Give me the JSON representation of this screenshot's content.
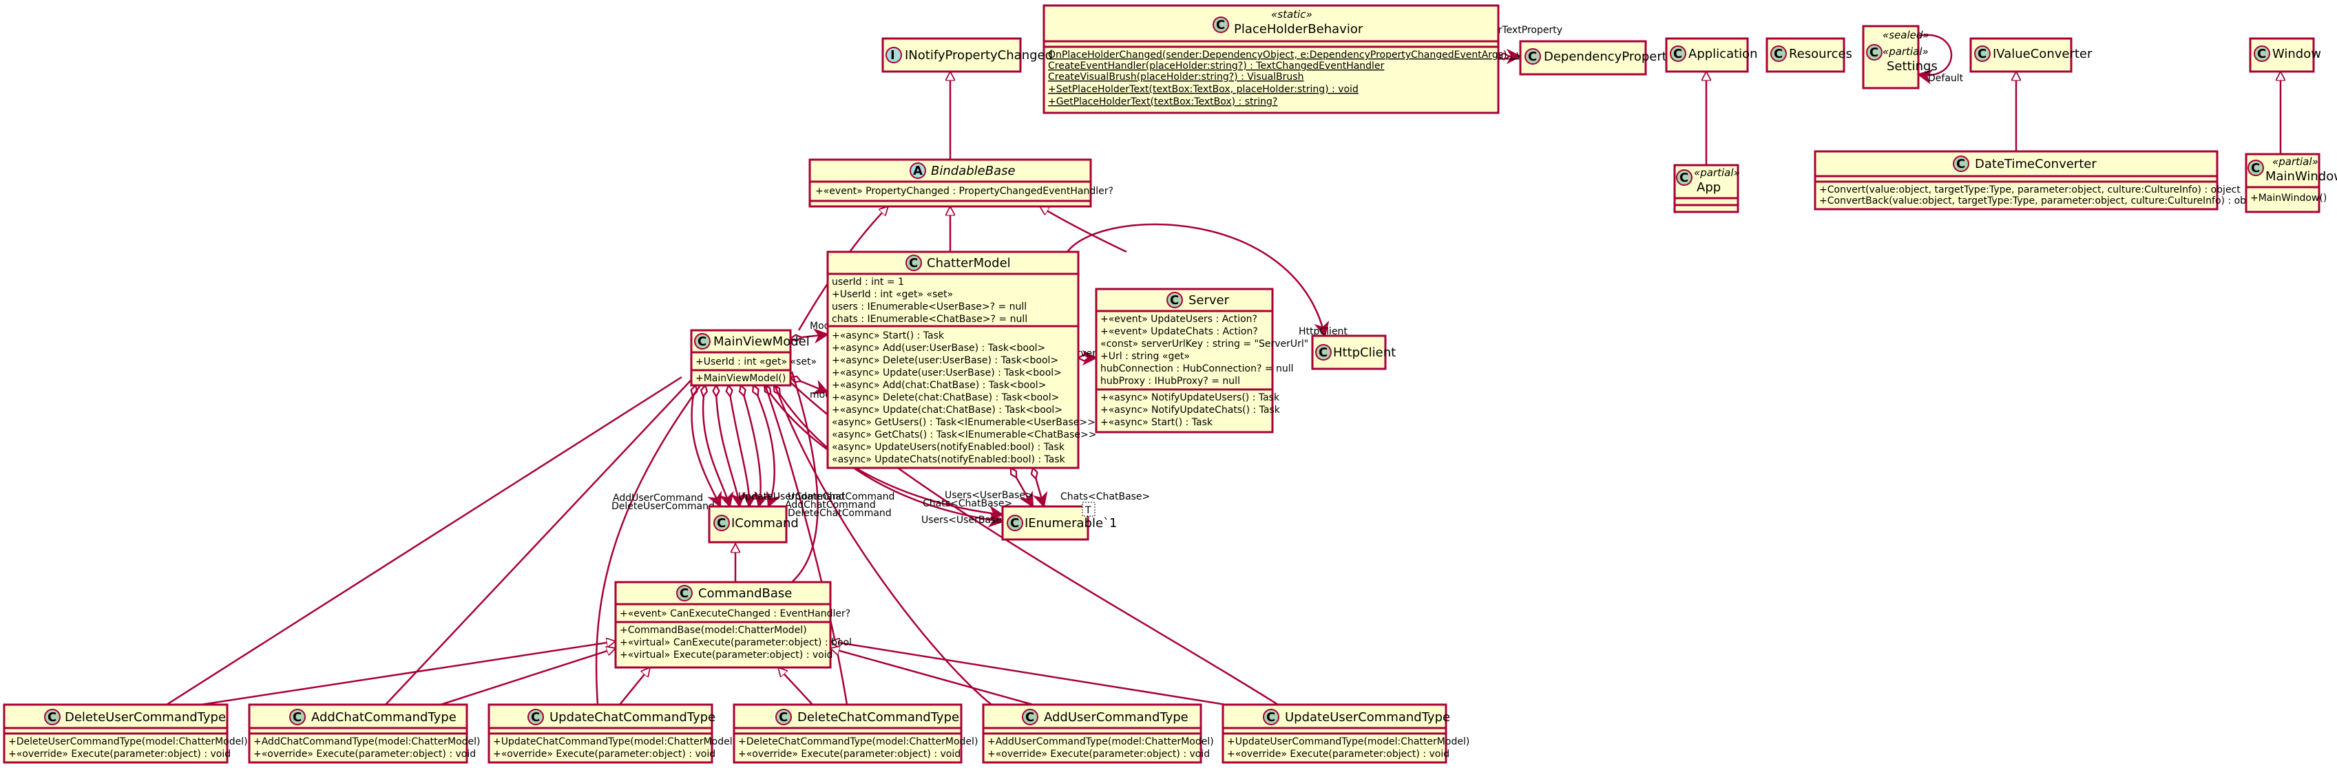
{
  "diagram": {
    "classes": {
      "placeholder": {
        "stereotype": "«static»",
        "name": "PlaceHolderBehavior",
        "methods": [
          "OnPlaceHolderChanged(sender:DependencyObject, e:DependencyPropertyChangedEventArgs) : void",
          "CreateEventHandler(placeHolder:string?) : TextChangedEventHandler",
          "CreateVisualBrush(placeHolder:string?) : VisualBrush",
          "+SetPlaceHolderText(textBox:TextBox, placeHolder:string) : void",
          "+GetPlaceHolderText(textBox:TextBox) : string?"
        ]
      },
      "dependency_property": {
        "name": "DependencyProperty"
      },
      "inotify": {
        "name": "INotifyPropertyChanged"
      },
      "bindable": {
        "name": "BindableBase",
        "members": [
          "+«event» PropertyChanged : PropertyChangedEventHandler?"
        ]
      },
      "application": {
        "name": "Application"
      },
      "resources": {
        "name": "Resources"
      },
      "settings": {
        "stereotype1": "«sealed»",
        "stereotype2": "«partial»",
        "name": "Settings"
      },
      "ivalueconverter": {
        "name": "IValueConverter"
      },
      "window": {
        "name": "Window"
      },
      "app": {
        "stereotype": "«partial»",
        "name": "App"
      },
      "datetimeconverter": {
        "name": "DateTimeConverter",
        "methods": [
          "+Convert(value:object, targetType:Type, parameter:object, culture:CultureInfo) : object",
          "+ConvertBack(value:object, targetType:Type, parameter:object, culture:CultureInfo) : object"
        ]
      },
      "mainwindow": {
        "stereotype": "«partial»",
        "name": "MainWindow",
        "methods": [
          "+MainWindow()"
        ]
      },
      "chattermodel": {
        "name": "ChatterModel",
        "fields": [
          "userId : int = 1",
          "+UserId : int «get» «set»",
          "users : IEnumerable<UserBase>? = null",
          "chats : IEnumerable<ChatBase>? = null"
        ],
        "methods": [
          "+«async» Start() : Task",
          "+«async» Add(user:UserBase) : Task<bool>",
          "+«async» Delete(user:UserBase) : Task<bool>",
          "+«async» Update(user:UserBase) : Task<bool>",
          "+«async» Add(chat:ChatBase) : Task<bool>",
          "+«async» Delete(chat:ChatBase) : Task<bool>",
          "+«async» Update(chat:ChatBase) : Task<bool>",
          "«async» GetUsers() : Task<IEnumerable<UserBase>>",
          "«async» GetChats() : Task<IEnumerable<ChatBase>>",
          "«async» UpdateUsers(notifyEnabled:bool) : Task",
          "«async» UpdateChats(notifyEnabled:bool) : Task"
        ]
      },
      "server": {
        "name": "Server",
        "fields": [
          "+«event» UpdateUsers : Action?",
          "+«event» UpdateChats : Action?",
          "«const» serverUrlKey : string = \"ServerUrl\"",
          "+Url : string «get»",
          "hubConnection : HubConnection? = null",
          "hubProxy : IHubProxy? = null"
        ],
        "methods": [
          "+«async» NotifyUpdateUsers() : Task",
          "+«async» NotifyUpdateChats() : Task",
          "+«async» Start() : Task"
        ]
      },
      "httpclient": {
        "name": "HttpClient"
      },
      "mainviewmodel": {
        "name": "MainViewModel",
        "fields": [
          "+UserId : int «get» «set»"
        ],
        "methods": [
          "+MainViewModel()"
        ]
      },
      "icommand": {
        "name": "ICommand"
      },
      "ienumerable": {
        "name": "IEnumerable`1",
        "param": "T"
      },
      "commandbase": {
        "name": "CommandBase",
        "fields": [
          "+«event» CanExecuteChanged : EventHandler?"
        ],
        "methods": [
          "+CommandBase(model:ChatterModel)",
          "+«virtual» CanExecute(parameter:object) : bool",
          "+«virtual» Execute(parameter:object) : void"
        ]
      },
      "deleteuser": {
        "name": "DeleteUserCommandType",
        "methods": [
          "+DeleteUserCommandType(model:ChatterModel)",
          "+«override» Execute(parameter:object) : void"
        ]
      },
      "addchat": {
        "name": "AddChatCommandType",
        "methods": [
          "+AddChatCommandType(model:ChatterModel)",
          "+«override» Execute(parameter:object) : void"
        ]
      },
      "updatechat": {
        "name": "UpdateChatCommandType",
        "methods": [
          "+UpdateChatCommandType(model:ChatterModel)",
          "+«override» Execute(parameter:object) : void"
        ]
      },
      "deletechat": {
        "name": "DeleteChatCommandType",
        "methods": [
          "+DeleteChatCommandType(model:ChatterModel)",
          "+«override» Execute(parameter:object) : void"
        ]
      },
      "adduser": {
        "name": "AddUserCommandType",
        "methods": [
          "+AddUserCommandType(model:ChatterModel)",
          "+«override» Execute(parameter:object) : void"
        ]
      },
      "updateuser": {
        "name": "UpdateUserCommandType",
        "methods": [
          "+UpdateUserCommandType(model:ChatterModel)",
          "+«override» Execute(parameter:object) : void"
        ]
      }
    },
    "edge_labels": {
      "placeholder_text_property": "PlaceHolderTextProperty",
      "default": "Default",
      "http_client": "HttpClient",
      "model": "Model",
      "model_lower": "model",
      "server": "Server",
      "add_user_command": "AddUserCommand",
      "delete_user_command": "DeleteUserCommand",
      "update_user_command": "UpdateUserCommand",
      "update_chat_command": "UpdateChatCommand",
      "add_chat_command": "AddChatCommand",
      "delete_chat_command": "DeleteChatCommand",
      "users_userbase": "Users<UserBase>",
      "chats_chatbase": "Chats<ChatBase>"
    }
  }
}
